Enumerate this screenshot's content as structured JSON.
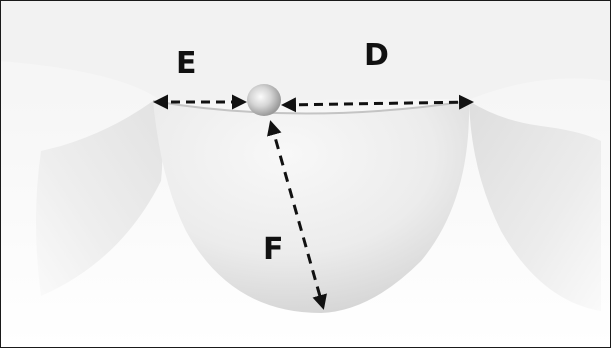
{
  "figure": {
    "labels": {
      "e": "E",
      "d": "D",
      "f": "F"
    },
    "colors": {
      "background": "#ffffff",
      "border": "#1a1a1a",
      "cusp_fill": "#e9e9e9",
      "cusp_shadow": "#cfcfcf",
      "arrow": "#111111"
    }
  }
}
